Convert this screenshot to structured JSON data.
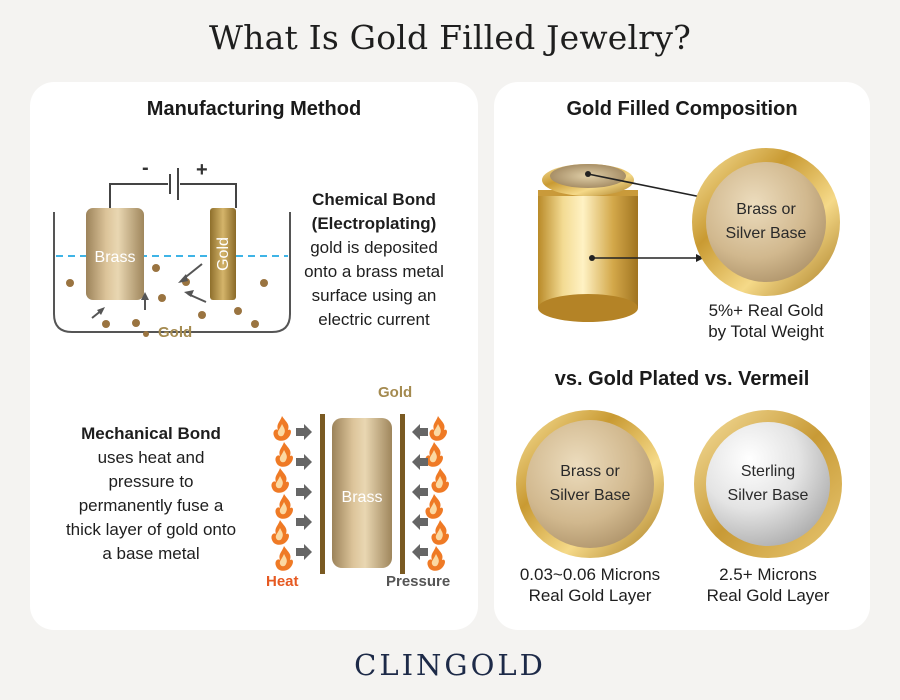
{
  "title": "What Is Gold Filled Jewelry?",
  "manufacturing": {
    "heading": "Manufacturing Method",
    "chemical": {
      "title_line1": "Chemical Bond",
      "title_line2": "(Electroplating)",
      "line1": "gold is deposited",
      "line2": "onto a brass metal",
      "line3": "surface using an",
      "line4": "electric current",
      "minus": "-",
      "plus": "+",
      "brass_label": "Brass",
      "gold_bar_label": "Gold",
      "gold_particles_label": "Gold"
    },
    "mechanical": {
      "title": "Mechanical Bond",
      "line1": "uses heat and",
      "line2": "pressure to",
      "line3": "permanently fuse a",
      "line4": "thick layer of gold onto",
      "line5": "a base metal",
      "gold_label": "Gold",
      "brass_label": "Brass",
      "heat_label": "Heat",
      "pressure_label": "Pressure"
    }
  },
  "composition": {
    "heading": "Gold Filled Composition",
    "circle_line1": "Brass or",
    "circle_line2": "Silver Base",
    "caption_line1": "5%+ Real Gold",
    "caption_line2": "by Total Weight"
  },
  "comparison": {
    "heading": "vs. Gold Plated vs. Vermeil",
    "plated": {
      "line1": "Brass or",
      "line2": "Silver Base",
      "caption_line1": "0.03~0.06 Microns",
      "caption_line2": "Real Gold Layer"
    },
    "vermeil": {
      "line1": "Sterling",
      "line2": "Silver Base",
      "caption_line1": "2.5+ Microns",
      "caption_line2": "Real Gold Layer"
    }
  },
  "brand": "CLINGOLD",
  "colors": {
    "gold_text": "#a48a4f",
    "heat": "#e65a22",
    "pressure": "#555555",
    "water_line": "#3fb4e6",
    "brand_navy": "#1d2a48"
  },
  "icons": [
    "battery-icon",
    "flame-icon",
    "arrow-icon",
    "cylinder-icon"
  ]
}
